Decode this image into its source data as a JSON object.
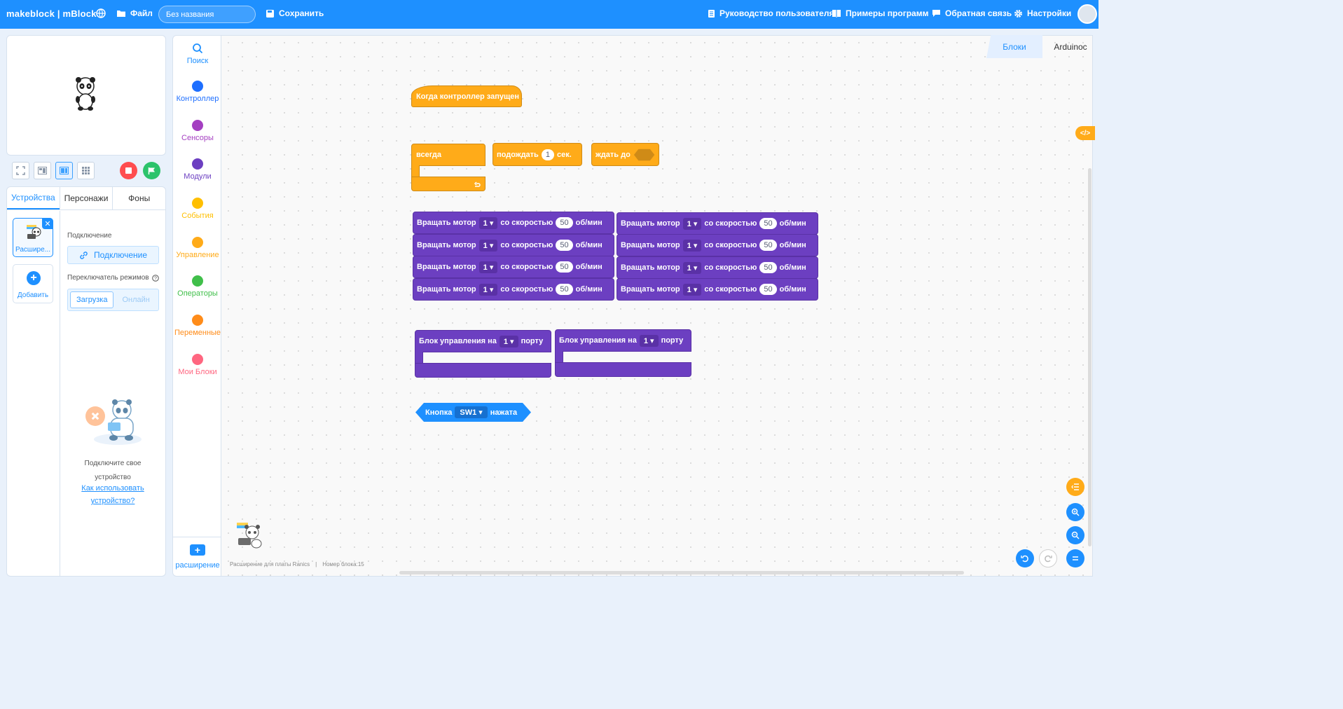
{
  "topbar": {
    "brand": "makeblock | mBlock",
    "file": "Файл",
    "project_placeholder": "Без названия",
    "save": "Сохранить",
    "guide": "Руководство пользователя",
    "examples": "Примеры программ",
    "feedback": "Обратная связь",
    "settings": "Настройки"
  },
  "left_tabs": [
    "Устройства",
    "Персонажи",
    "Фоны"
  ],
  "device": {
    "card_label": "Расшире...",
    "add_label": "Добавить",
    "connection_label": "Подключение",
    "connect_button": "Подключение",
    "mode_label": "Переключатель режимов",
    "mode_upload": "Загрузка",
    "mode_online": "Онлайн",
    "hint": "Подключите свое устройство",
    "hint_link": "Как использовать устройство?"
  },
  "categories": [
    {
      "label": "Поиск",
      "color": "#1e90ff"
    },
    {
      "label": "Контроллер",
      "color": "#1e6fff"
    },
    {
      "label": "Сенсоры",
      "color": "#a43fc1"
    },
    {
      "label": "Модули",
      "color": "#6c3fc1"
    },
    {
      "label": "События",
      "color": "#ffbf00"
    },
    {
      "label": "Управление",
      "color": "#ffab19"
    },
    {
      "label": "Операторы",
      "color": "#40bf4a"
    },
    {
      "label": "Переменные",
      "color": "#ff8c1a"
    },
    {
      "label": "Мои Блоки",
      "color": "#ff6680"
    }
  ],
  "extension_label": "расширение",
  "workspace_tabs": [
    "Блоки",
    "Arduinoc"
  ],
  "blocks": {
    "hat": "Когда контроллер запущен",
    "forever": "всегда",
    "wait": "подождать",
    "wait_value": "1",
    "wait_unit": "сек.",
    "wait_until": "ждать до",
    "motor_label": "Вращать мотор",
    "motor_port": "1",
    "motor_speed_label": "со скоростью",
    "motor_speed": "50",
    "motor_unit": "об/мин",
    "ctrl_label": "Блок управления на",
    "ctrl_port": "1",
    "ctrl_suffix": "порту",
    "button_label": "Кнопка",
    "button_value": "SW1",
    "button_suffix": "нажата"
  },
  "status": {
    "extension": "Расширение для платы Ranics",
    "block_number": "Номер блока:15"
  }
}
